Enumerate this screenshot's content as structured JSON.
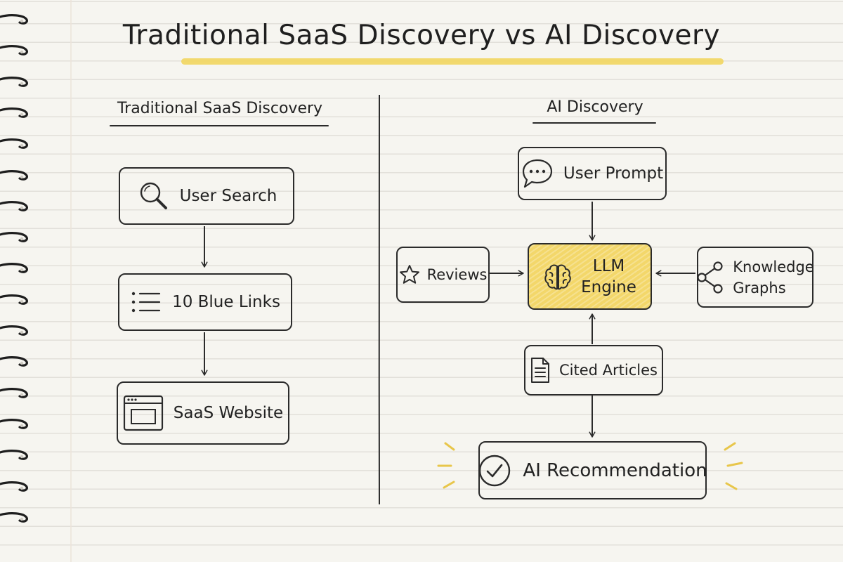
{
  "title": "Traditional SaaS Discovery vs AI Discovery",
  "colors": {
    "highlight": "#f2d65f",
    "llm_fill": "#f3d76a",
    "ink": "#2b2b2b",
    "paper": "#f6f5f0"
  },
  "traditional": {
    "heading": "Traditional SaaS Discovery",
    "steps": [
      {
        "label": "User Search",
        "icon": "search-icon"
      },
      {
        "label": "10 Blue Links",
        "icon": "list-icon"
      },
      {
        "label": "SaaS Website",
        "icon": "browser-window-icon"
      }
    ]
  },
  "ai": {
    "heading": "AI Discovery",
    "prompt": {
      "label": "User Prompt",
      "icon": "chat-bubble-icon"
    },
    "reviews": {
      "label": "Reviews",
      "icon": "star-icon"
    },
    "engine": {
      "line1": "LLM",
      "line2": "Engine",
      "icon": "brain-icon"
    },
    "knowledge": {
      "line1": "Knowledge",
      "line2": "Graphs",
      "icon": "share-nodes-icon"
    },
    "articles": {
      "label": "Cited Articles",
      "icon": "document-icon"
    },
    "recommendation": {
      "label": "AI Recommendation",
      "icon": "check-circle-icon"
    }
  }
}
